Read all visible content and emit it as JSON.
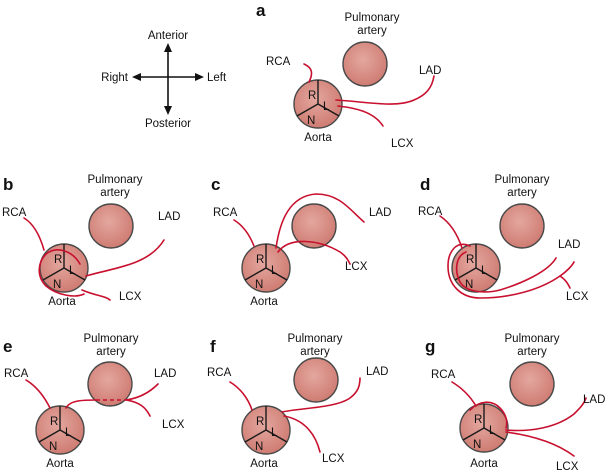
{
  "compass": {
    "anterior": "Anterior",
    "posterior": "Posterior",
    "right": "Right",
    "left": "Left"
  },
  "labels": {
    "pulmonary_line1": "Pulmonary",
    "pulmonary_line2": "artery",
    "aorta": "Aorta",
    "rca": "RCA",
    "lad": "LAD",
    "lcx": "LCX",
    "cusp_r": "R",
    "cusp_l": "L",
    "cusp_n": "N"
  },
  "panels": [
    {
      "id": "a",
      "letter": "a"
    },
    {
      "id": "b",
      "letter": "b"
    },
    {
      "id": "c",
      "letter": "c"
    },
    {
      "id": "d",
      "letter": "d"
    },
    {
      "id": "e",
      "letter": "e"
    },
    {
      "id": "f",
      "letter": "f"
    },
    {
      "id": "g",
      "letter": "g"
    }
  ],
  "colors": {
    "vessel_fill": "#d98a80",
    "artery": "#c8102e"
  }
}
